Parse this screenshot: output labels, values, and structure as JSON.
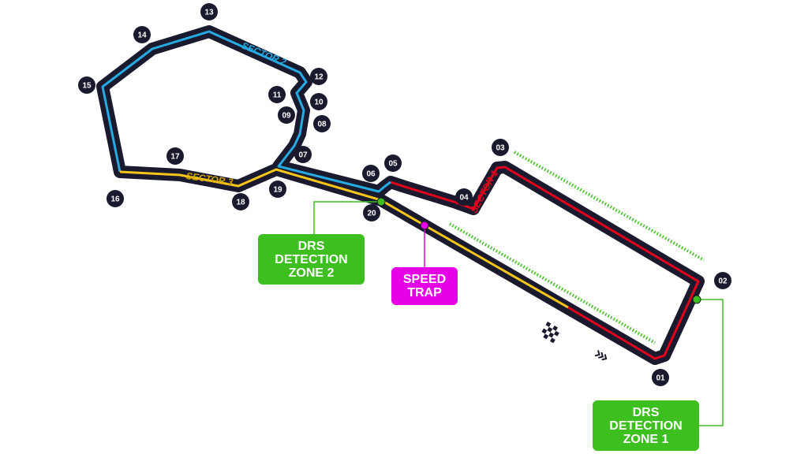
{
  "colors": {
    "track": "#1a1a2e",
    "sector1": "#e3001b",
    "sector2": "#27a9e1",
    "sector3": "#f5c518",
    "drs": "#3dbf1f",
    "speed_trap": "#e600e6",
    "turn_marker": "#1a1a2e"
  },
  "sectors": {
    "s1": "SECTOR 1",
    "s2": "SECTOR 2",
    "s3": "SECTOR 3"
  },
  "turns": [
    "01",
    "02",
    "03",
    "04",
    "05",
    "06",
    "07",
    "08",
    "09",
    "10",
    "11",
    "12",
    "13",
    "14",
    "15",
    "16",
    "17",
    "18",
    "19",
    "20"
  ],
  "callouts": {
    "drs_zone_2": [
      "DRS",
      "DETECTION",
      "ZONE 2"
    ],
    "drs_zone_1": [
      "DRS",
      "DETECTION",
      "ZONE 1"
    ],
    "speed_trap": [
      "SPEED",
      "TRAP"
    ]
  },
  "icons": [
    "chequered-flag-icon",
    "direction-chevrons-icon"
  ]
}
